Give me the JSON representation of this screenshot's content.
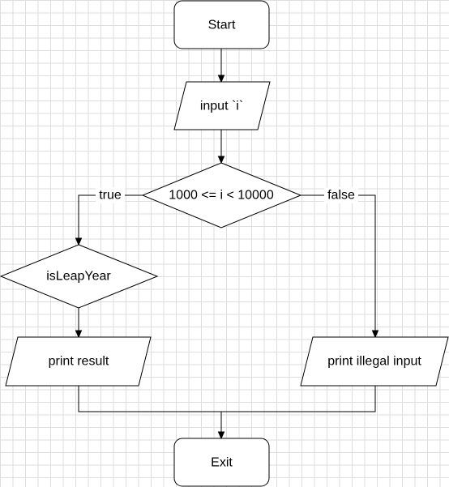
{
  "diagram": {
    "nodes": {
      "start": "Start",
      "input": "input `i`",
      "condition": "1000 <= i < 10000",
      "leap_check": "isLeapYear",
      "print_result": "print result",
      "print_illegal": "print illegal input",
      "exit": "Exit"
    },
    "edges": {
      "true_label": "true",
      "false_label": "false"
    }
  }
}
